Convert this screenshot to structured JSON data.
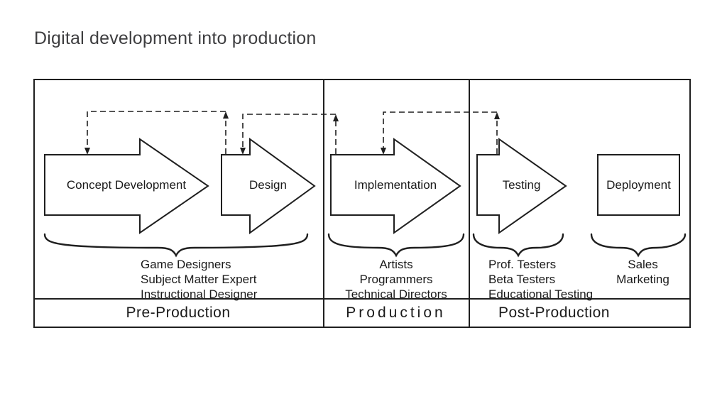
{
  "title": "Digital development into production",
  "colors": {
    "ink": "#1f1f1f",
    "title_text": "#3e3e40",
    "background": "#ffffff"
  },
  "phases": [
    {
      "id": "concept-development",
      "label": "Concept Development",
      "shape": "arrow"
    },
    {
      "id": "design",
      "label": "Design",
      "shape": "arrow"
    },
    {
      "id": "implementation",
      "label": "Implementation",
      "shape": "arrow"
    },
    {
      "id": "testing",
      "label": "Testing",
      "shape": "arrow"
    },
    {
      "id": "deployment",
      "label": "Deployment",
      "shape": "rectangle"
    }
  ],
  "feedback_loops": [
    {
      "from": "Design",
      "to": "Concept Development",
      "style": "dashed"
    },
    {
      "from": "Implementation",
      "to": "Design",
      "style": "dashed"
    },
    {
      "from": "Testing",
      "to": "Implementation",
      "style": "dashed"
    }
  ],
  "role_groups": [
    {
      "under": "Concept Development + Design",
      "roles": [
        "Game Designers",
        "Subject Matter Expert",
        "Instructional Designer"
      ]
    },
    {
      "under": "Implementation",
      "roles": [
        "Artists",
        "Programmers",
        "Technical Directors"
      ]
    },
    {
      "under": "Testing",
      "roles": [
        "Prof. Testers",
        "Beta Testers",
        "Educational Testing"
      ]
    },
    {
      "under": "Deployment",
      "roles": [
        "Sales",
        "Marketing"
      ]
    }
  ],
  "sections": [
    {
      "label": "Pre-Production"
    },
    {
      "label": "Production"
    },
    {
      "label": "Post-Production"
    }
  ]
}
